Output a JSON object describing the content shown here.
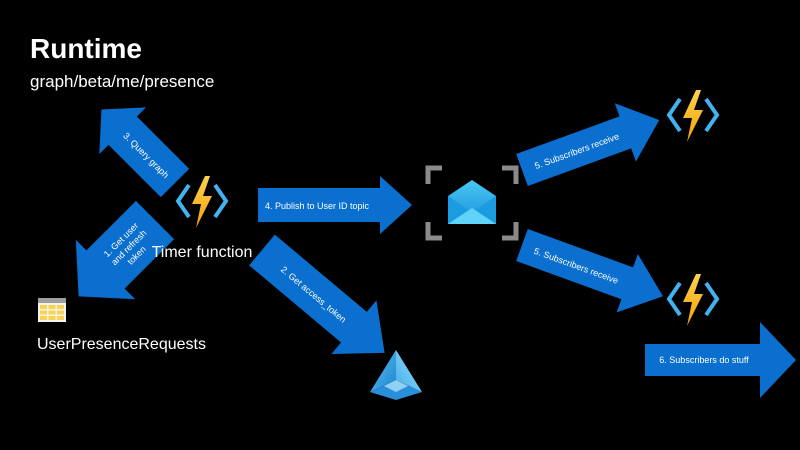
{
  "title": "Runtime",
  "subtitle": "graph/beta/me/presence",
  "labels": {
    "timer_function": "Timer function",
    "user_presence_requests": "UserPresenceRequests"
  },
  "arrows": {
    "get_user_line1": "1. Get user",
    "get_user_line2": "and refresh",
    "get_user_line3": "token",
    "get_access_token": "2. Get access_token",
    "query_graph": "3. Query graph",
    "publish": "4. Publish  to User ID topic",
    "subscribers_receive_top": "5. Subscribers receive",
    "subscribers_receive_bottom": "5. Subscribers receive",
    "subscribers_do_stuff": "6. Subscribers do stuff"
  },
  "icons": {
    "function": "azure-function-icon",
    "table": "table-storage-icon",
    "event_grid": "event-grid-topic-icon",
    "active_directory": "azure-active-directory-icon"
  },
  "colors": {
    "background": "#000000",
    "arrow": "#0B6FD0",
    "text": "#FFFFFF",
    "bolt": "#FCBE2D",
    "bracket": "#41B3F0"
  }
}
